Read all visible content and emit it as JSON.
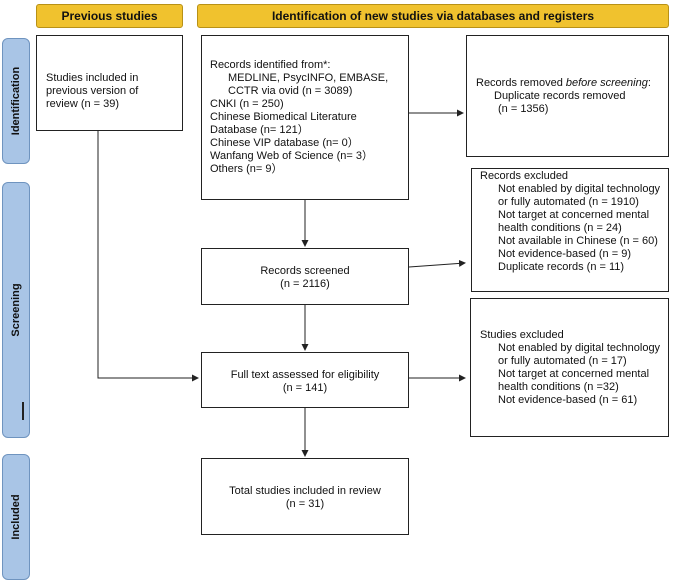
{
  "headers": {
    "previous": "Previous studies",
    "new": "Identification of new studies via databases and registers"
  },
  "phases": {
    "identification": "Identification",
    "screening": "Screening",
    "included": "Included"
  },
  "previous_box": {
    "lines": [
      "Studies included in",
      "previous version of",
      "review (n = 39)"
    ]
  },
  "records_identified": {
    "heading": "Records identified from*:",
    "lines": [
      "MEDLINE, PsycINFO, EMBASE,",
      "CCTR via ovid (n = 3089)",
      "CNKI (n = 250)",
      "Chinese Biomedical Literature",
      "Database (n= 121）",
      "Chinese VIP database (n= 0）",
      "Wanfang Web of Science (n= 3）",
      "Others (n= 9）"
    ]
  },
  "records_removed": {
    "heading_prefix": "Records removed ",
    "heading_em": "before screening",
    "heading_suffix": ":",
    "lines": [
      "Duplicate records removed",
      "(n = 1356)"
    ]
  },
  "records_excluded": {
    "heading": "Records excluded",
    "lines": [
      "Not enabled by digital technology",
      "or fully automated (n = 1910)",
      "Not target at concerned mental",
      "health conditions (n = 24)",
      "Not available in Chinese (n = 60)",
      "Not evidence-based (n = 9)",
      "Duplicate records (n = 11)"
    ]
  },
  "records_screened": {
    "lines": [
      "Records screened",
      "(n = 2116)"
    ]
  },
  "studies_excluded": {
    "heading": "Studies excluded",
    "lines": [
      "Not enabled by digital technology",
      "or fully automated (n = 17)",
      "Not target at concerned mental",
      "health conditions (n =32)",
      "Not evidence-based (n = 61)"
    ]
  },
  "full_text": {
    "lines": [
      "Full text assessed for eligibility",
      "(n = 141)"
    ]
  },
  "total_included": {
    "lines": [
      "Total studies included in review",
      "(n = 31)"
    ]
  }
}
